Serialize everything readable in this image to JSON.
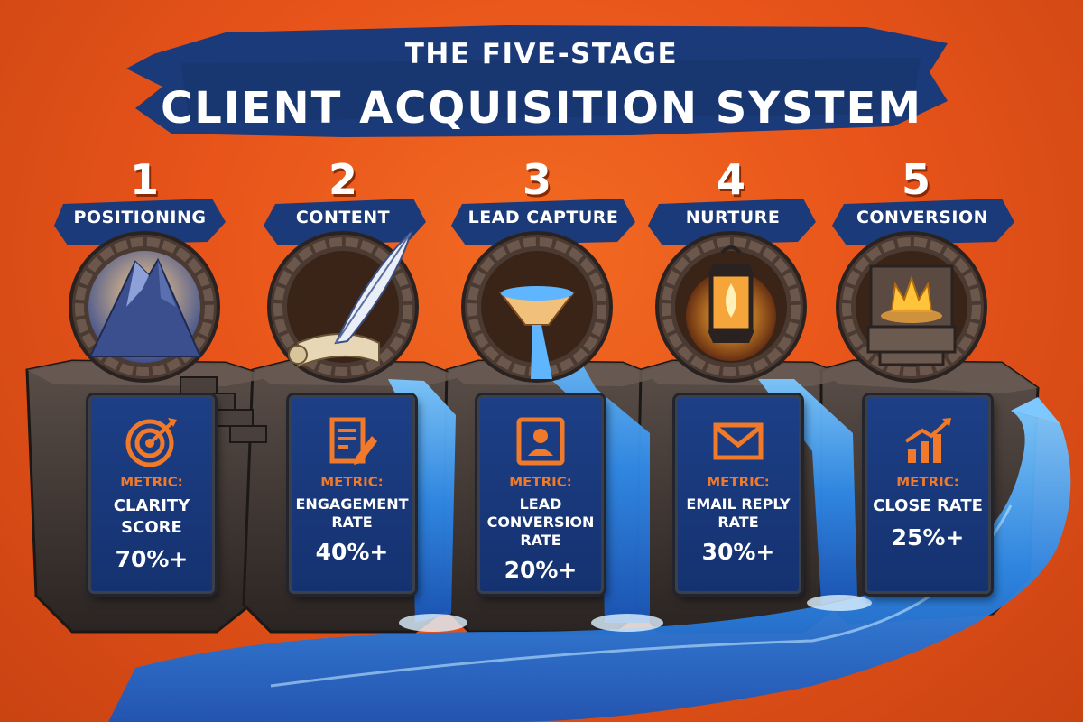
{
  "title": {
    "line1": "THE FIVE-STAGE",
    "line2": "CLIENT ACQUISITION SYSTEM"
  },
  "colors": {
    "background": "#e8541a",
    "banner": "#1b3a7a",
    "card": "#1d3f86",
    "metric_accent": "#f07a2a",
    "water": "#3aa0ff",
    "stone": "#3a3533"
  },
  "stages": [
    {
      "number": "1",
      "label": "POSITIONING",
      "scene_icon": "mountain-peak",
      "metric_icon": "target-icon",
      "metric_label": "METRIC:",
      "metric_name": "CLARITY SCORE",
      "metric_value": "70%+"
    },
    {
      "number": "2",
      "label": "CONTENT",
      "scene_icon": "quill-and-scroll",
      "metric_icon": "document-edit-icon",
      "metric_label": "METRIC:",
      "metric_name": "ENGAGEMENT RATE",
      "metric_value": "40%+"
    },
    {
      "number": "3",
      "label": "LEAD CAPTURE",
      "scene_icon": "water-funnel",
      "metric_icon": "user-portrait-icon",
      "metric_label": "METRIC:",
      "metric_name": "LEAD CONVERSION RATE",
      "metric_value": "20%+"
    },
    {
      "number": "4",
      "label": "NURTURE",
      "scene_icon": "lantern",
      "metric_icon": "envelope-icon",
      "metric_label": "METRIC:",
      "metric_name": "EMAIL REPLY RATE",
      "metric_value": "30%+"
    },
    {
      "number": "5",
      "label": "CONVERSION",
      "scene_icon": "crown-on-throne",
      "metric_icon": "growth-chart-icon",
      "metric_label": "METRIC:",
      "metric_name": "CLOSE RATE",
      "metric_value": "25%+"
    }
  ]
}
